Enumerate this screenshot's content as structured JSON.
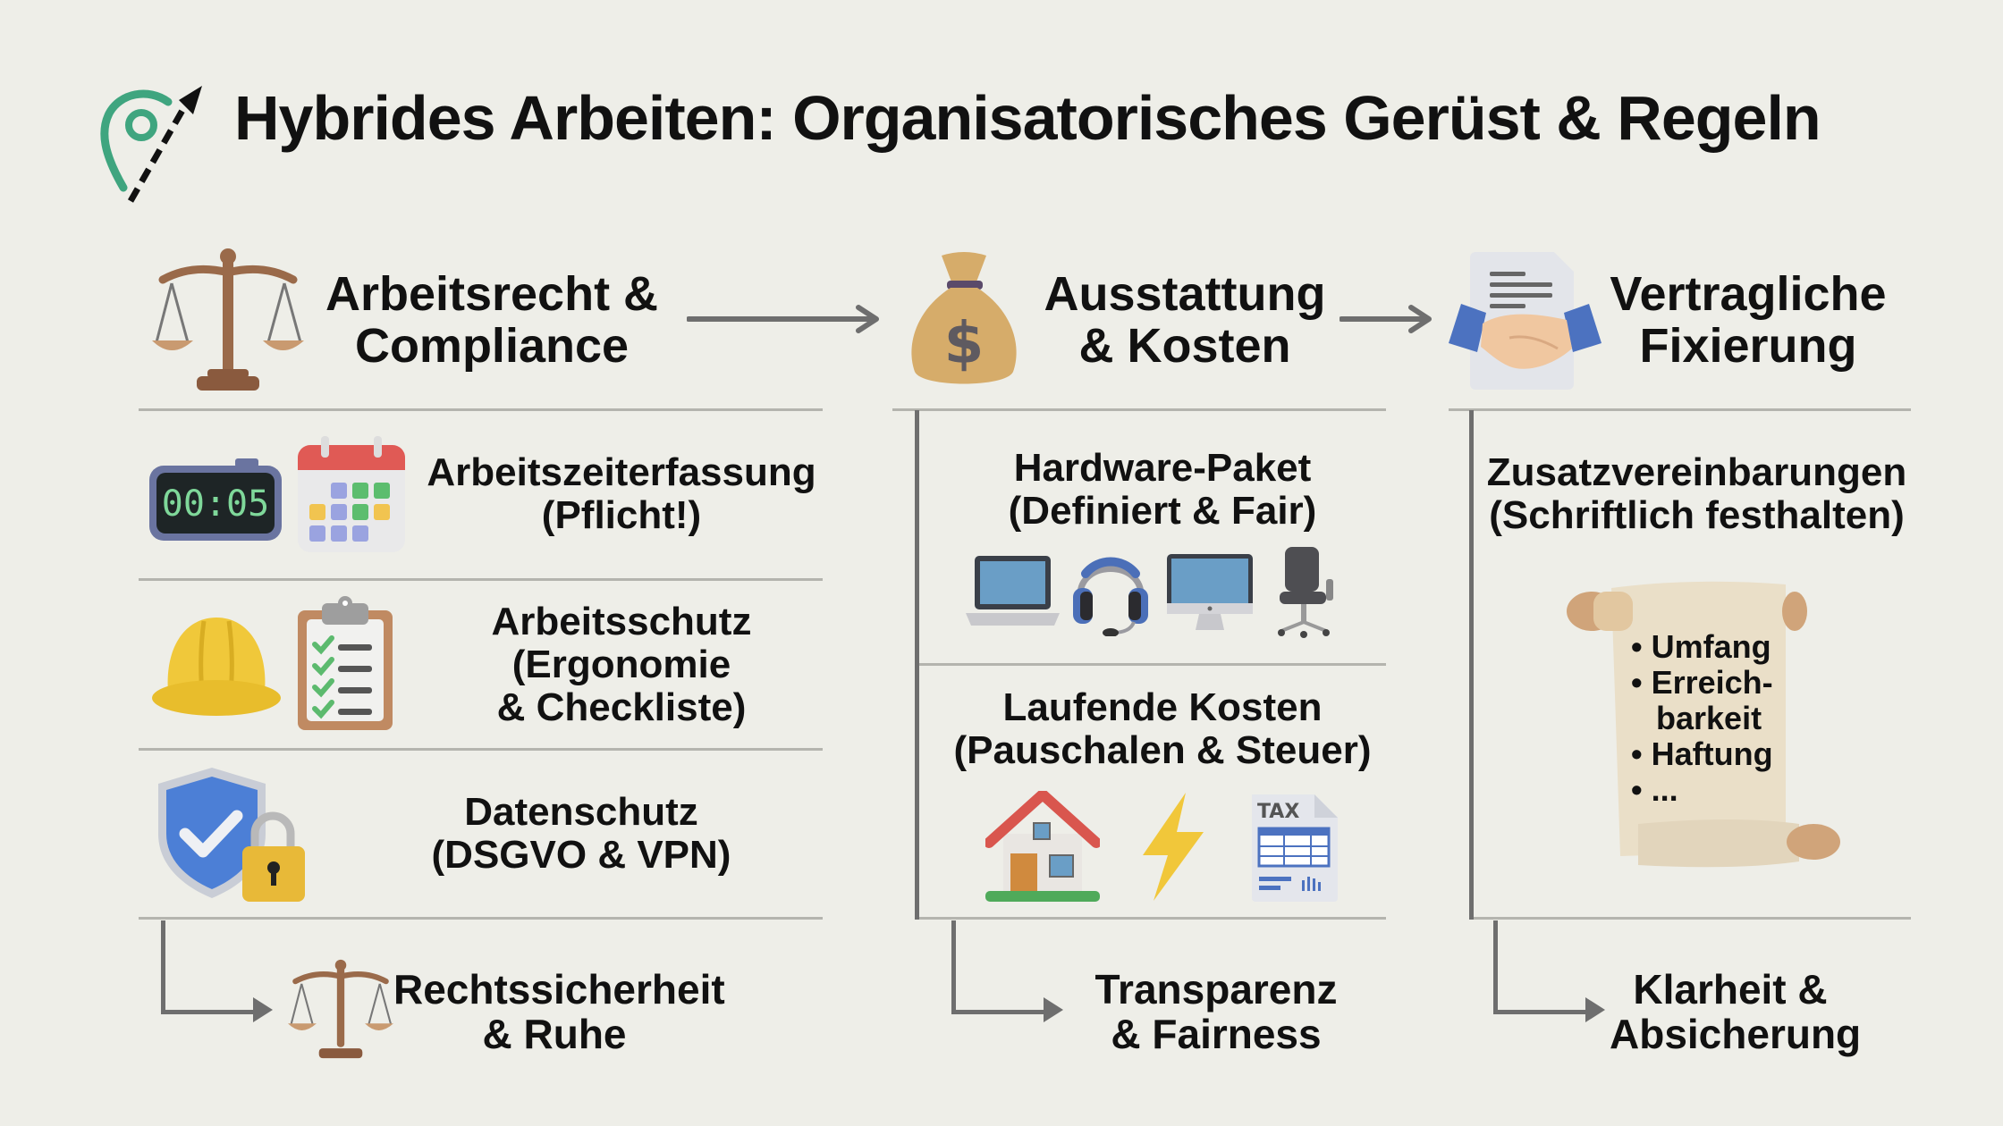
{
  "title": "Hybrides Arbeiten: Organisatorisches Gerüst & Regeln",
  "logo_icon": "location-pin-with-dashed-arrow",
  "colors": {
    "background": "#eeeee8",
    "accent_green": "#3fa57f",
    "line_gray": "#b4b4ae",
    "arrow_gray": "#6e6e6e",
    "text": "#111111"
  },
  "columns": [
    {
      "header_line1": "Arbeitsrecht &",
      "header_line2": "Compliance",
      "header_icon": "scales-of-justice-icon",
      "rows": [
        {
          "line1": "Arbeitszeiterfassung",
          "line2": "(Pflicht!)",
          "icons": [
            "digital-clock-icon",
            "calendar-icon"
          ],
          "clock_display": "00:05"
        },
        {
          "line1": "Arbeitsschutz",
          "line2": "(Ergonomie",
          "line3": "& Checkliste)",
          "icons": [
            "hard-hat-icon",
            "checklist-clipboard-icon"
          ]
        },
        {
          "line1": "Datenschutz",
          "line2": "(DSGVO & VPN)",
          "icons": [
            "shield-check-lock-icon"
          ]
        }
      ],
      "outcome_line1": "Rechtssicherheit",
      "outcome_line2": "& Ruhe",
      "outcome_icon": "scales-of-justice-icon"
    },
    {
      "header_line1": "Ausstattung",
      "header_line2": "& Kosten",
      "header_icon": "money-bag-icon",
      "rows": [
        {
          "line1": "Hardware-Paket",
          "line2": "(Definiert & Fair)",
          "icons": [
            "laptop-icon",
            "headset-icon",
            "monitor-icon",
            "office-chair-icon"
          ]
        },
        {
          "line1": "Laufende Kosten",
          "line2": "(Pauschalen & Steuer)",
          "icons": [
            "house-icon",
            "lightning-icon",
            "tax-document-icon"
          ],
          "tax_label": "TAX"
        }
      ],
      "outcome_line1": "Transparenz",
      "outcome_line2": "& Fairness"
    },
    {
      "header_line1": "Vertragliche",
      "header_line2": "Fixierung",
      "header_icon": "contract-handshake-icon",
      "rows": [
        {
          "line1": "Zusatzvereinbarungen",
          "line2": "(Schriftlich festhalten)",
          "icons": [
            "scroll-icon"
          ],
          "scroll_items": [
            "Umfang",
            "Erreich-",
            "barkeit",
            "Haftung",
            "..."
          ]
        }
      ],
      "outcome_line1": "Klarheit &",
      "outcome_line2": "Absicherung"
    }
  ]
}
